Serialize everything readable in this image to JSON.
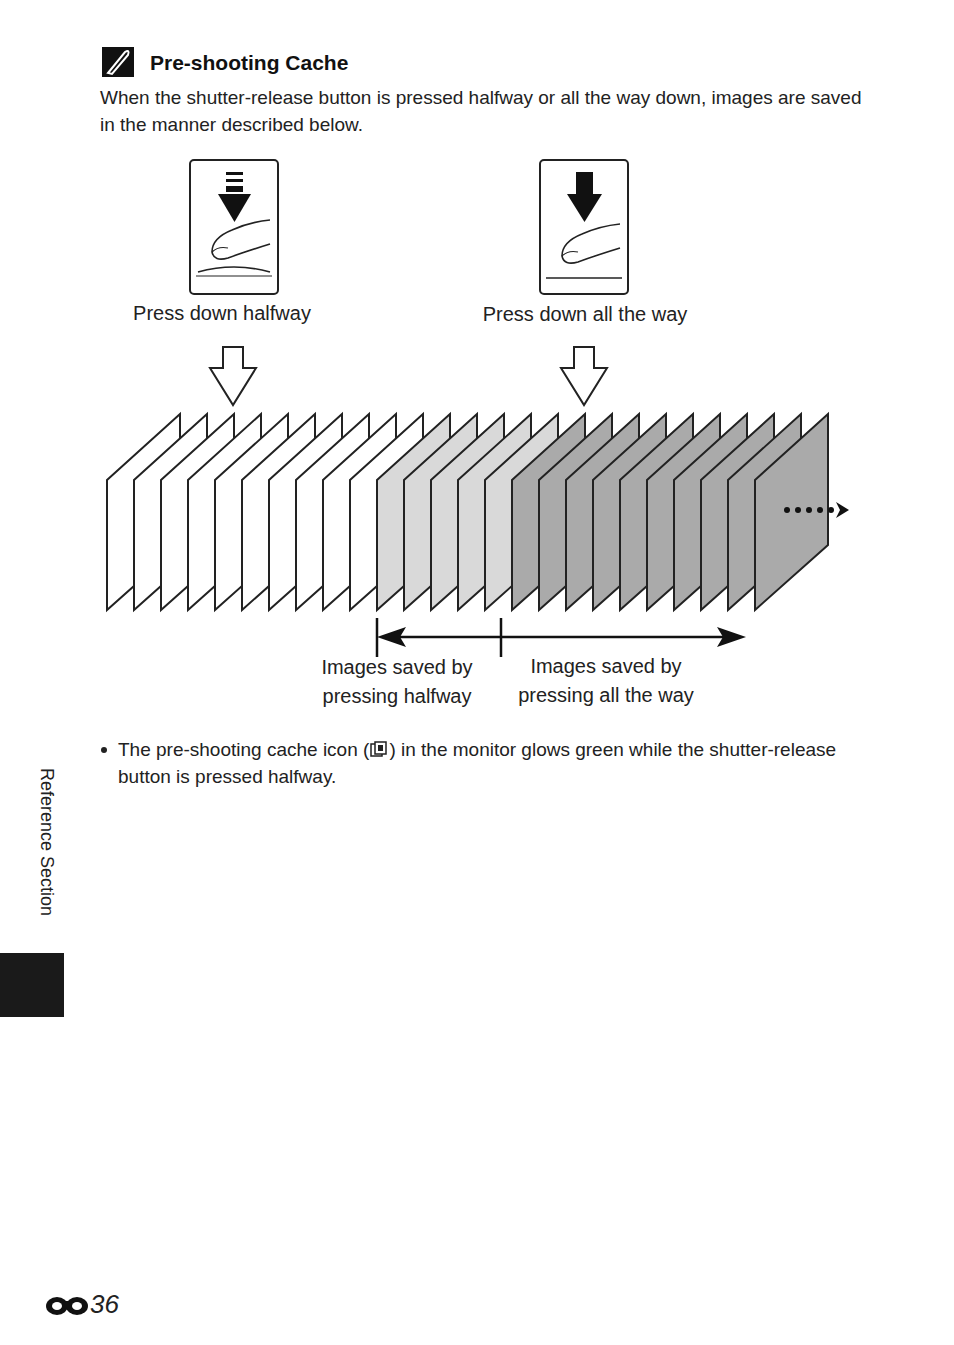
{
  "diagram": {
    "title": "Pre-shooting Cache",
    "labels": [
      "When the shutter-release button is pressed halfway or all the way down, images are saved in the manner described below.",
      "Press down halfway",
      "Press down all the way",
      "Images saved by pressing halfway",
      "Images saved by pressing all the way",
      "The pre-shooting cache icon (",
      ") in the monitor glows green while the shutter-release button is pressed halfway.",
      "Reference Section",
      "36"
    ]
  }
}
